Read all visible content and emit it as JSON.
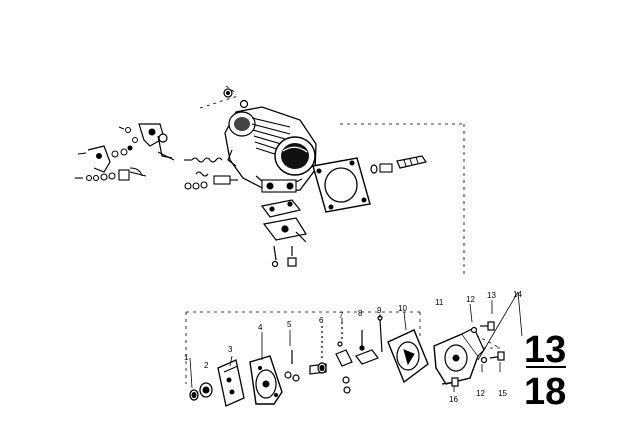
{
  "diagram": {
    "callouts": {
      "c1": "1",
      "c2": "2",
      "c3": "3",
      "c4": "4",
      "c5": "5",
      "c6": "6",
      "c7": "7",
      "c8": "8",
      "c9": "9",
      "c10": "10",
      "c11": "11",
      "c12a": "12",
      "c12b": "12",
      "c13": "13",
      "c14": "14",
      "c15": "15",
      "c16": "16"
    },
    "group_number": "13",
    "sub_number": "18"
  }
}
